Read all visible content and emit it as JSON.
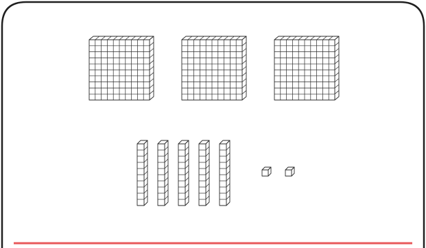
{
  "diagram": {
    "blocks": {
      "hundreds": 3,
      "tens": 5,
      "ones": 2
    },
    "colors": {
      "frame": "#1f1f1f",
      "block_stroke": "#2a2a2a",
      "block_fill": "#ffffff",
      "bottom_bar": "#e8595b"
    }
  }
}
